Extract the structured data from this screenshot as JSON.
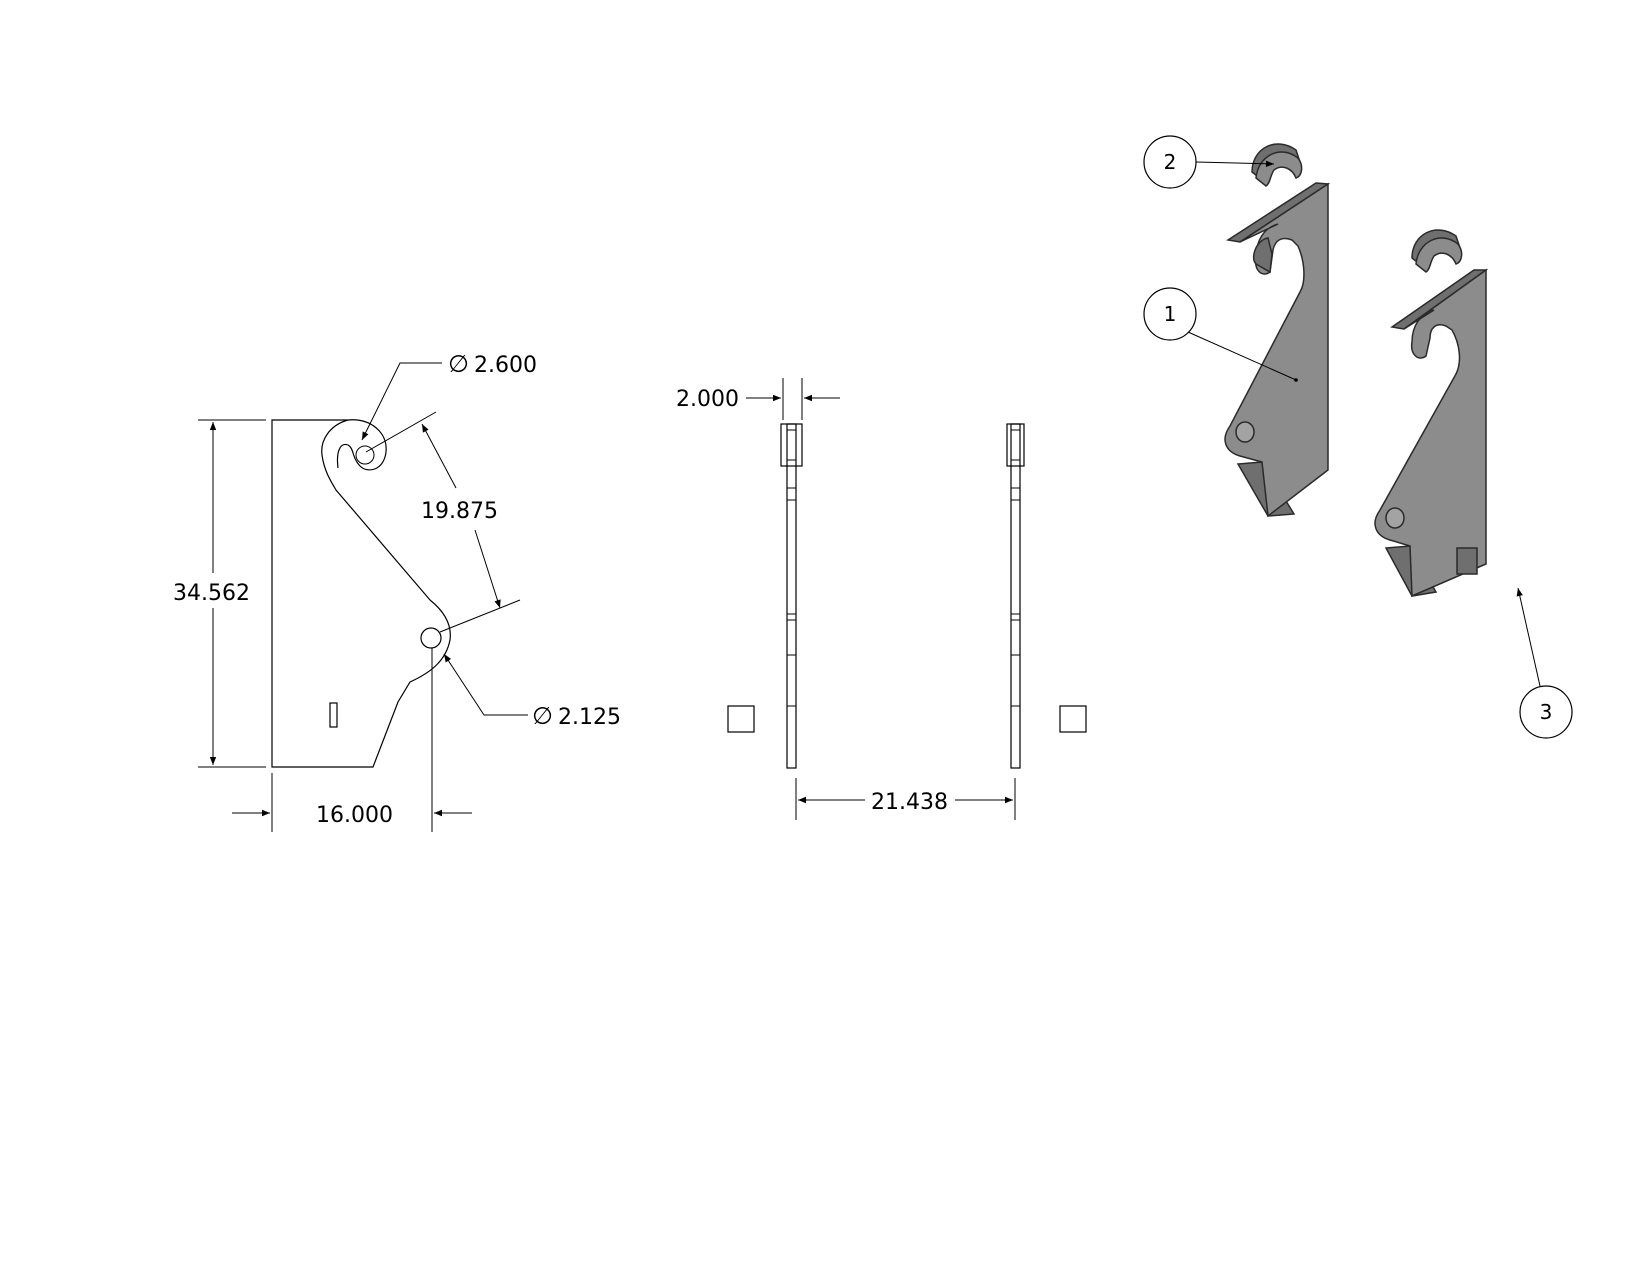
{
  "dimensions": {
    "height": "34.562",
    "width": "16.000",
    "center_distance": "19.875",
    "hook_diameter": "2.600",
    "hole_diameter": "2.125",
    "thickness": "2.000",
    "spacing": "21.438"
  },
  "symbols": {
    "diameter": "∅"
  },
  "balloons": [
    "1",
    "2",
    "3"
  ]
}
